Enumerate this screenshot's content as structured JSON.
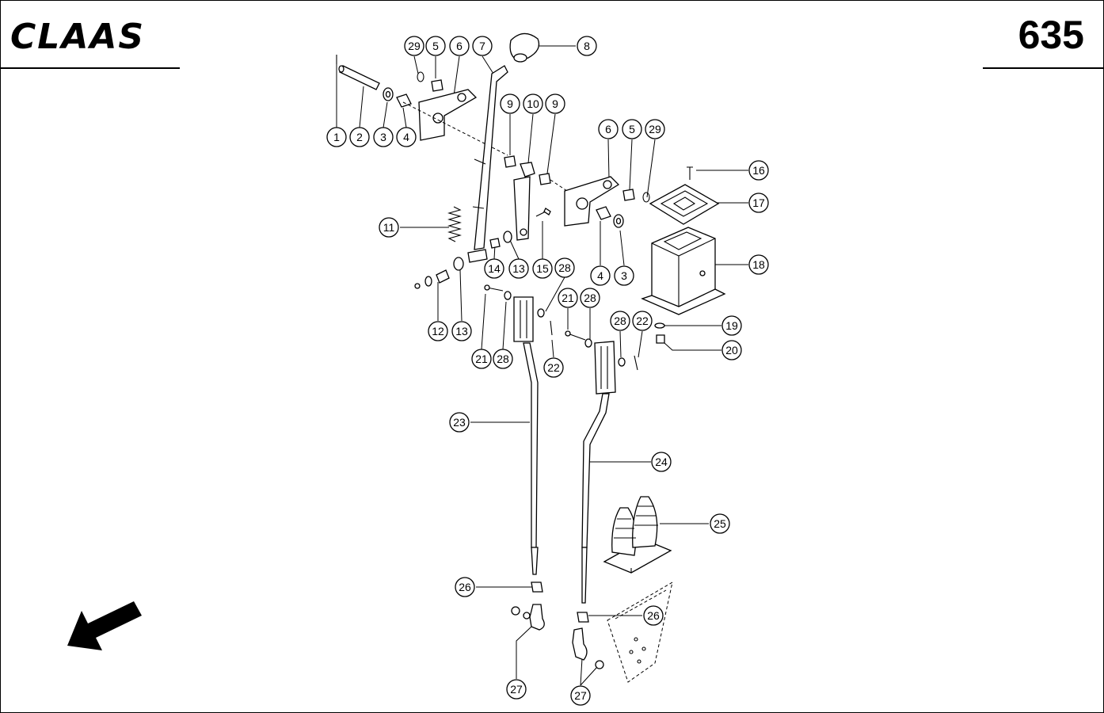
{
  "header": {
    "brand": "CLAAS",
    "page_number": "635"
  },
  "callouts": [
    {
      "label": "29"
    },
    {
      "label": "5"
    },
    {
      "label": "6"
    },
    {
      "label": "7"
    },
    {
      "label": "8"
    },
    {
      "label": "1"
    },
    {
      "label": "2"
    },
    {
      "label": "3"
    },
    {
      "label": "4"
    },
    {
      "label": "9"
    },
    {
      "label": "10"
    },
    {
      "label": "9"
    },
    {
      "label": "6"
    },
    {
      "label": "5"
    },
    {
      "label": "29"
    },
    {
      "label": "16"
    },
    {
      "label": "17"
    },
    {
      "label": "11"
    },
    {
      "label": "14"
    },
    {
      "label": "13"
    },
    {
      "label": "15"
    },
    {
      "label": "28"
    },
    {
      "label": "4"
    },
    {
      "label": "3"
    },
    {
      "label": "18"
    },
    {
      "label": "12"
    },
    {
      "label": "13"
    },
    {
      "label": "21"
    },
    {
      "label": "28"
    },
    {
      "label": "21"
    },
    {
      "label": "28"
    },
    {
      "label": "28"
    },
    {
      "label": "22"
    },
    {
      "label": "19"
    },
    {
      "label": "20"
    },
    {
      "label": "22"
    },
    {
      "label": "23"
    },
    {
      "label": "24"
    },
    {
      "label": "25"
    },
    {
      "label": "26"
    },
    {
      "label": "26"
    },
    {
      "label": "27"
    },
    {
      "label": "27"
    }
  ]
}
